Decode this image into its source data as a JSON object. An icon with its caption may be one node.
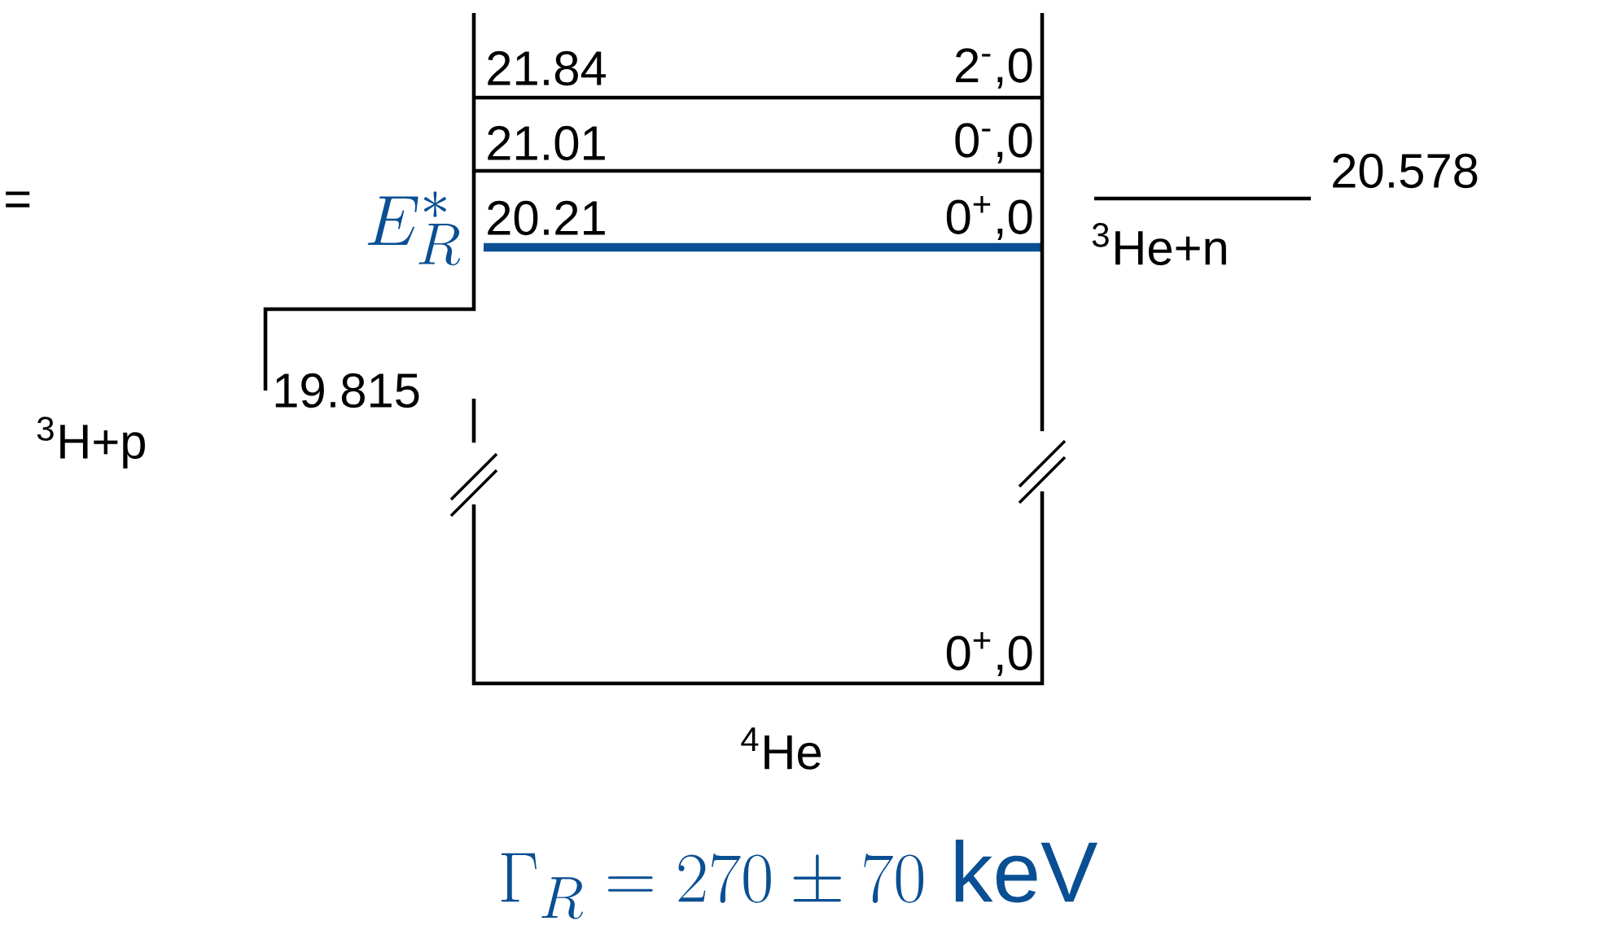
{
  "diagram": {
    "caption": "\\Gamma_R = 270 \\pm 70\\ \\mathrm{keV}",
    "labels": [
      "21.84",
      "2$^{-}$,0",
      "21.01",
      "0$^{-}$,0",
      "=",
      "E_R^*",
      "20.21",
      "0$^{+}$,0",
      "20.578",
      "$^{3}$He+n",
      "19.815",
      "$^{3}$H+p",
      "0$^{+}$,0",
      "$^{4}$He"
    ]
  }
}
